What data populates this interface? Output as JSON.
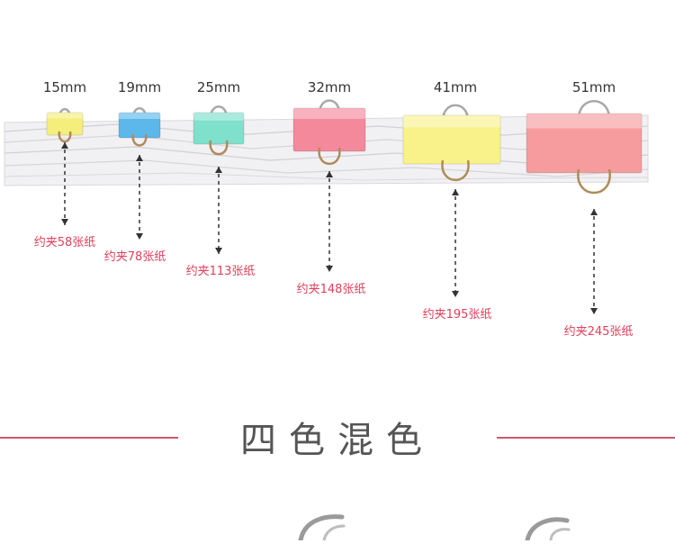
{
  "colors": {
    "accent_text": "#e0405a",
    "divider": "#c8596f",
    "yellow": "#f5ee7c",
    "blue": "#5cb8ea",
    "mint": "#7fe0cc",
    "pink": "#f3899b",
    "pale_yellow": "#f9f28a",
    "salmon": "#f69b9e"
  },
  "clips": [
    {
      "size": "15mm",
      "capacity": "约夹58张纸",
      "color": "#f5ee7c"
    },
    {
      "size": "19mm",
      "capacity": "约夹78张纸",
      "color": "#5cb8ea"
    },
    {
      "size": "25mm",
      "capacity": "约夹113张纸",
      "color": "#7fe0cc"
    },
    {
      "size": "32mm",
      "capacity": "约夹148张纸",
      "color": "#f3899b"
    },
    {
      "size": "41mm",
      "capacity": "约夹195张纸",
      "color": "#f9f28a"
    },
    {
      "size": "51mm",
      "capacity": "约夹245张纸",
      "color": "#f69b9e"
    }
  ],
  "section": {
    "title": "四色混色"
  }
}
